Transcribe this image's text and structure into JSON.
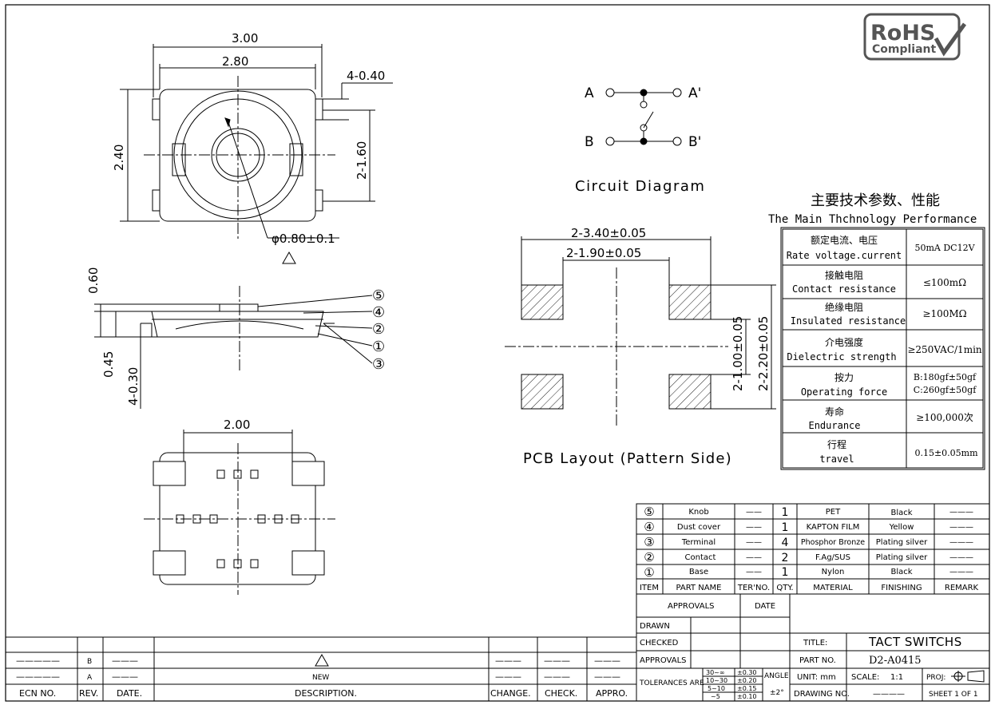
{
  "rohs": {
    "line1": "RoHS",
    "line2": "Compliant"
  },
  "top_view": {
    "dim_width_outer": "3.00",
    "dim_width_inner": "2.80",
    "dim_terminal": "4-0.40",
    "dim_height": "2.40",
    "dim_pitch": "2-1.60",
    "dim_hole": "φ0.80±0.1"
  },
  "side_view": {
    "dim_total": "0.60",
    "dim_body": "0.45",
    "dim_term": "4-0.30",
    "callouts": [
      "⑤",
      "④",
      "②",
      "①",
      "③"
    ]
  },
  "bottom_view": {
    "dim_width": "2.00"
  },
  "circuit": {
    "title": "Circuit Diagram",
    "labels": {
      "a": "A",
      "a2": "A'",
      "b": "B",
      "b2": "B'"
    }
  },
  "pcb": {
    "title": "PCB Layout (Pattern Side)",
    "dim_outer_x": "2-3.40±0.05",
    "dim_inner_x": "2-1.90±0.05",
    "dim_inner_y": "2-1.00±0.05",
    "dim_outer_y": "2-2.20±0.05"
  },
  "performance": {
    "title_cn": "主要技术参数、性能",
    "title_en": "The Main Thchnology Performance",
    "rows": [
      {
        "cn": "额定电流、电压",
        "en": "Rate voltage.current",
        "value": "50mA DC12V"
      },
      {
        "cn": "接触电阻",
        "en": "Contact resistance",
        "value": "≤100mΩ"
      },
      {
        "cn": "绝缘电阻",
        "en": "Insulated resistance",
        "value": "≥100MΩ"
      },
      {
        "cn": "介电强度",
        "en": "Dielectric strength",
        "value": "≥250VAC/1min"
      },
      {
        "cn": "按力",
        "en": "Operating force",
        "value": "B:180gf±50gf",
        "value2": "C:260gf±50gf"
      },
      {
        "cn": "寿命",
        "en": "Endurance",
        "value": "≥100,000次"
      },
      {
        "cn": "行程",
        "en": "travel",
        "value": "0.15±0.05mm"
      }
    ]
  },
  "bom": {
    "rows": [
      {
        "item": "⑤",
        "part": "Knob",
        "ter": "——",
        "qty": "1",
        "material": "PET",
        "finishing": "Black"
      },
      {
        "item": "④",
        "part": "Dust cover",
        "ter": "——",
        "qty": "1",
        "material": "KAPTON FILM",
        "finishing": "Yellow"
      },
      {
        "item": "③",
        "part": "Terminal",
        "ter": "——",
        "qty": "4",
        "material": "Phosphor Bronze",
        "finishing": "Plating silver"
      },
      {
        "item": "②",
        "part": "Contact",
        "ter": "——",
        "qty": "2",
        "material": "F.Ag/SUS",
        "finishing": "Plating silver"
      },
      {
        "item": "①",
        "part": "Base",
        "ter": "——",
        "qty": "1",
        "material": "Nylon",
        "finishing": "Black"
      }
    ],
    "headers": {
      "item": "ITEM",
      "part": "PART NAME",
      "ter": "TER'NO.",
      "qty": "QTY.",
      "material": "MATERIAL",
      "finishing": "FINISHING",
      "remark": "REMARK"
    }
  },
  "title_block": {
    "approvals_header": "APPROVALS",
    "date_header": "DATE",
    "drawn": "DRAWN",
    "checked": "CHECKED",
    "approvals": "APPROVALS",
    "title_label": "TITLE:",
    "title_value": "TACT SWITCHS",
    "part_label": "PART NO.",
    "part_value": "D2-A0415",
    "tolerances_label": "TOLERANCES ARE",
    "tol_ranges": [
      "30~∞",
      "10~30",
      "5~10",
      "~5"
    ],
    "tol_values": [
      "±0.30",
      "±0.20",
      "±0.15",
      "±0.10"
    ],
    "angle_label": "ANGLE",
    "angle_value": "±2°",
    "unit": "UNIT: mm",
    "scale_label": "SCALE:",
    "scale_value": "1:1",
    "proj_label": "PROJ:",
    "drawing_no": "DRAWING NO.",
    "sheet": "SHEET  1 OF 1"
  },
  "revision": {
    "rev_b": "B",
    "rev_a": "A",
    "new_label": "NEW",
    "headers": {
      "ecn": "ECN NO.",
      "rev": "REV.",
      "date": "DATE.",
      "desc": "DESCRIPTION.",
      "change": "CHANGE.",
      "check": "CHECK.",
      "appro": "APPRO."
    }
  }
}
